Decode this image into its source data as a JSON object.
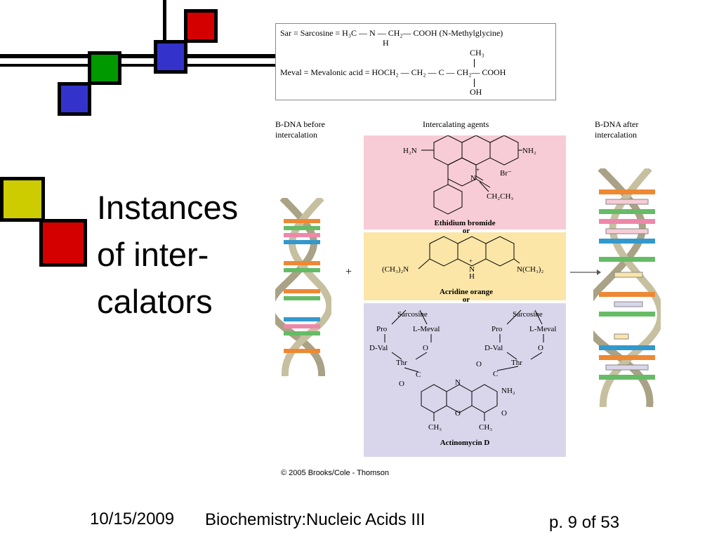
{
  "slide": {
    "title_lines": [
      "Instances",
      "of inter-",
      "calators"
    ],
    "footer": {
      "date": "10/15/2009",
      "course": "Biochemistry:Nucleic Acids III",
      "page": "p. 9 of 53"
    }
  },
  "figure": {
    "definitions": {
      "sar": "Sar = Sarcosine = H₃C — N — CH₂— COOH  (N-Methylglycine)",
      "sar_h": "H",
      "meval": "Meval = Mevalonic acid = HOCH₂ — CH₂ — C — CH₂— COOH",
      "meval_ch3": "CH₃",
      "meval_oh": "OH"
    },
    "dna_before_label": [
      "B-DNA before",
      "intercalation"
    ],
    "agents_label": "Intercalating agents",
    "dna_after_label": [
      "B-DNA after",
      "intercalation"
    ],
    "plus": "+",
    "or": "or",
    "ethidium": {
      "name": "Ethidium bromide",
      "labels": [
        "H₂N",
        "NH₂",
        "Br⁻",
        "N",
        "+",
        "CH₂CH₃"
      ]
    },
    "acridine": {
      "name": "Acridine orange",
      "labels": [
        "(CH₃)₂N",
        "N(CH₃)₂",
        "N",
        "H",
        "+"
      ]
    },
    "actinomycin": {
      "name": "Actinomycin D",
      "labels": [
        "Sarcosine",
        "Pro",
        "L-Meval",
        "D-Val",
        "O",
        "Thr",
        "Sarcosine",
        "Pro",
        "L-Meval",
        "D-Val",
        "O",
        "Thr",
        "O",
        "C",
        "N",
        "O",
        "C",
        "O",
        "NH₂",
        "O",
        "CH₃",
        "CH₃"
      ]
    },
    "copyright": "© 2005 Brooks/Cole - Thomson",
    "colors": {
      "pink": "#f7ccd6",
      "yellow": "#fbe6a8",
      "lavender": "#d9d6eb",
      "helix": "#c6c0a0"
    }
  },
  "decor": {
    "colors": {
      "red": "#d40000",
      "blue": "#3333cc",
      "green": "#009900",
      "yellow": "#cccc00"
    }
  }
}
